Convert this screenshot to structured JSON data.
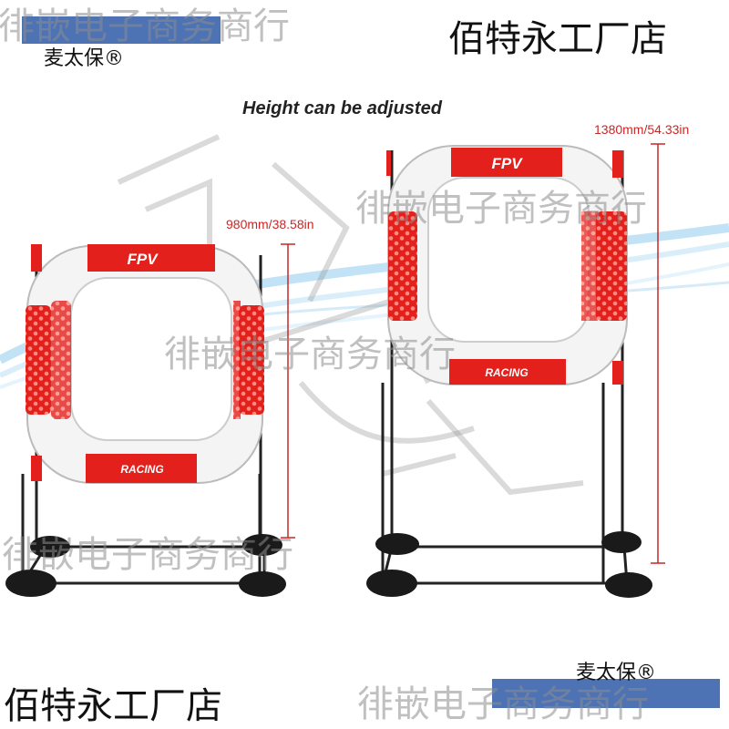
{
  "heading": "Height can be adjusted",
  "shop_name": "佰特永工厂店",
  "brand": "麦太保®",
  "watermark": "徘嵌电子商务商行",
  "dimensions": {
    "small": "980mm/38.58in",
    "large": "1380mm/54.33in"
  },
  "gate_labels": {
    "top": "FPV",
    "bottom": "RACING"
  },
  "colors": {
    "gate_red": "#e4201c",
    "frame_white": "#f4f4f4",
    "pole": "#222222",
    "base": "#1a1a1a",
    "dimension_line": "#c62828",
    "brand_banner": "#2f5aa8"
  }
}
